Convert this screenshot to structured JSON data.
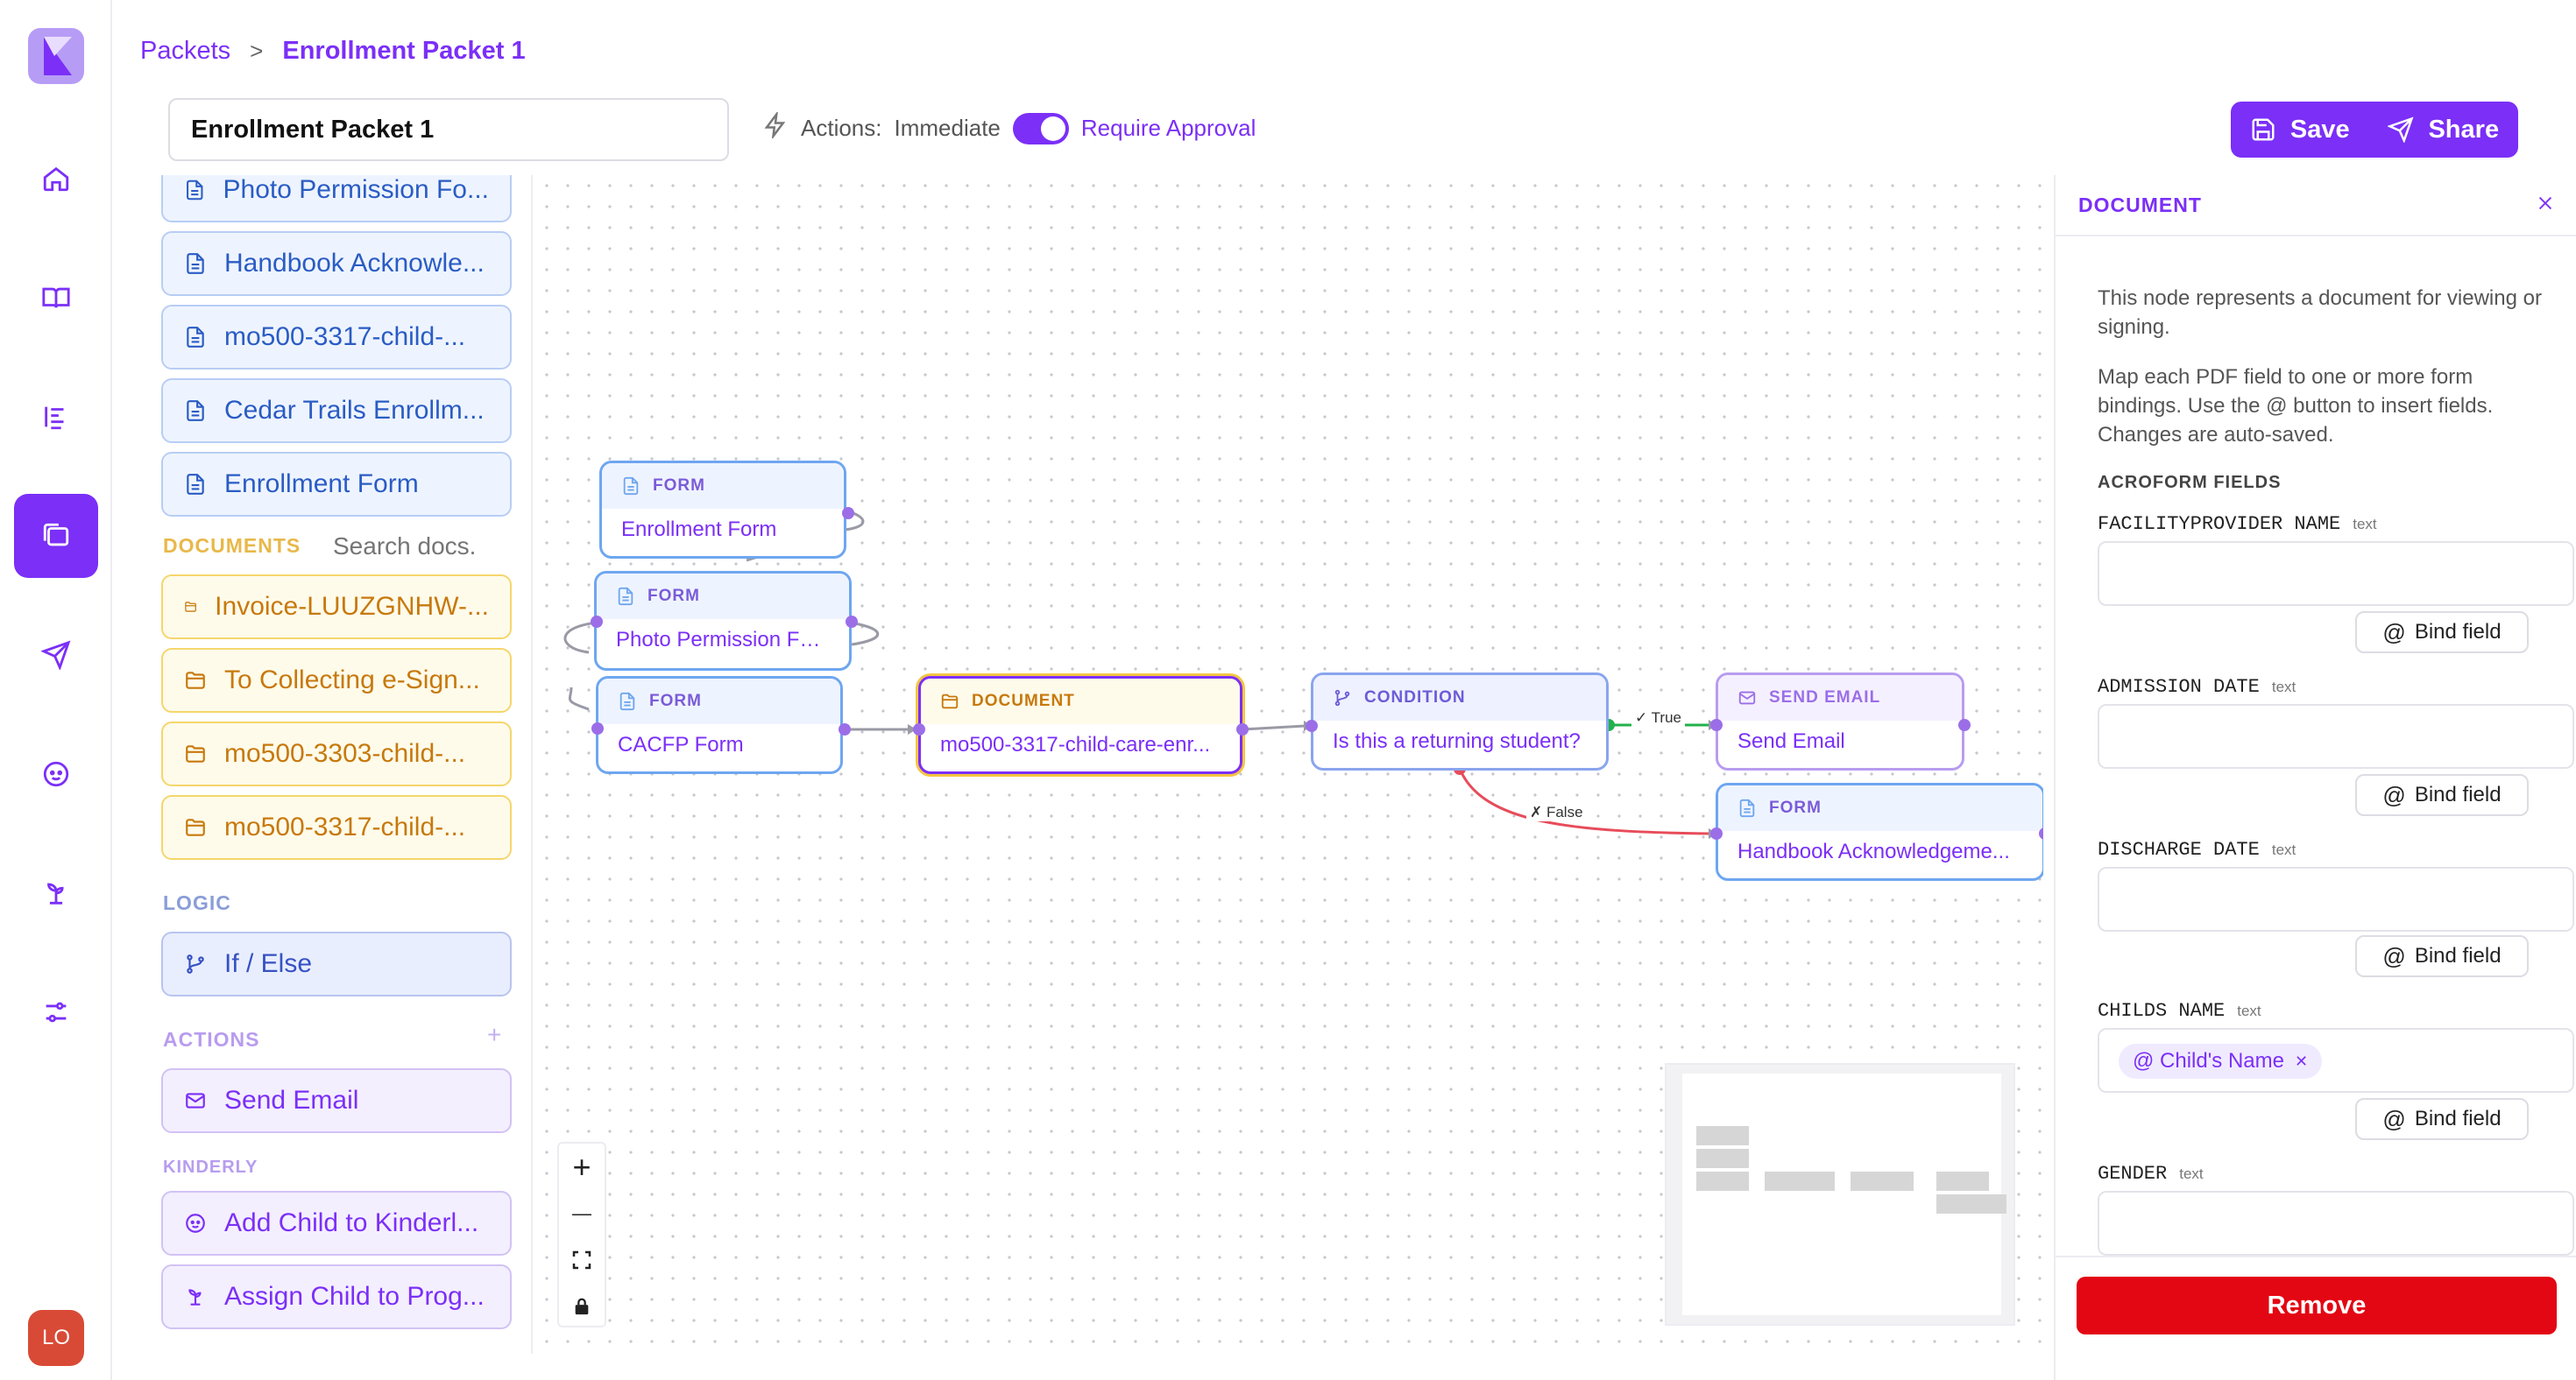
{
  "breadcrumb": {
    "root": "Packets",
    "current": "Enrollment Packet 1"
  },
  "packet_name": "Enrollment Packet 1",
  "actions": {
    "label": "Actions:",
    "mode": "Immediate",
    "toggle_on": true,
    "approval": "Require Approval"
  },
  "toolbar": {
    "save": "Save",
    "share": "Share"
  },
  "rail": {
    "items": [
      "home-icon",
      "book-icon",
      "list-icon",
      "folders-icon",
      "send-icon",
      "baby-icon",
      "branch-icon",
      "sliders-icon"
    ],
    "active": "folders-icon",
    "avatar": "LO"
  },
  "palette": {
    "forms": [
      "Photo Permission Fo...",
      "Handbook Acknowle...",
      "mo500-3317-child-...",
      "Cedar Trails Enrollm...",
      "Enrollment Form"
    ],
    "documents_title": "DOCUMENTS",
    "documents_search_placeholder": "Search docs.",
    "documents": [
      "Invoice-LUUZGNHW-...",
      "To Collecting e-Sign...",
      "mo500-3303-child-...",
      "mo500-3317-child-..."
    ],
    "logic_title": "LOGIC",
    "logic": [
      "If / Else"
    ],
    "actions_title": "ACTIONS",
    "actions_add": "+",
    "actions": [
      "Send Email"
    ],
    "kinderly_title": "KINDERLY",
    "kinderly": [
      "Add Child to Kinderl...",
      "Assign Child to Prog..."
    ]
  },
  "canvas": {
    "nodes": {
      "enrollment_form": {
        "type": "FORM",
        "label": "Enrollment Form"
      },
      "photo_permission": {
        "type": "FORM",
        "label": "Photo Permission Form"
      },
      "cacfp": {
        "type": "FORM",
        "label": "CACFP Form"
      },
      "document": {
        "type": "DOCUMENT",
        "label": "mo500-3317-child-care-enr..."
      },
      "condition": {
        "type": "CONDITION",
        "label": "Is this a returning student?"
      },
      "send_email": {
        "type": "SEND EMAIL",
        "label": "Send Email"
      },
      "handbook": {
        "type": "FORM",
        "label": "Handbook Acknowledgeme..."
      }
    },
    "edge_true": "✓ True",
    "edge_false": "✗ False",
    "zoom_in": "+",
    "zoom_out": "—"
  },
  "panel": {
    "title": "DOCUMENT",
    "desc1": "This node represents a document for viewing or signing.",
    "desc2": "Map each PDF field to one or more form bindings. Use the @ button to insert fields. Changes are auto-saved.",
    "section": "ACROFORM FIELDS",
    "bind_label": "Bind field",
    "fields": [
      {
        "name": "FACILITYPROVIDER NAME",
        "type": "text",
        "chip": ""
      },
      {
        "name": "ADMISSION DATE",
        "type": "text",
        "chip": ""
      },
      {
        "name": "DISCHARGE DATE",
        "type": "text",
        "chip": ""
      },
      {
        "name": "CHILDS NAME",
        "type": "text",
        "chip": "@ Child's Name"
      },
      {
        "name": "GENDER",
        "type": "text",
        "chip": ""
      }
    ],
    "remove": "Remove"
  },
  "colors": {
    "accent": "#7b2ff7",
    "danger": "#e30613",
    "doc": "#f5c542",
    "form": "#6ea6f0"
  }
}
